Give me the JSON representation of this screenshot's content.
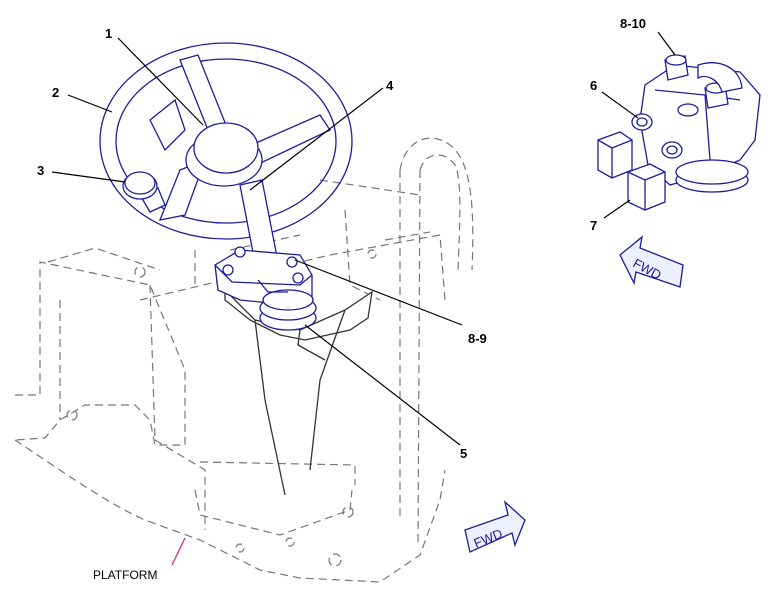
{
  "diagram": {
    "callouts": {
      "c1": "1",
      "c2": "2",
      "c3": "3",
      "c4": "4",
      "c5": "5",
      "c6": "6",
      "c7": "7",
      "c8_9": "8-9",
      "c8_10": "8-10"
    },
    "platform_label": "PLATFORM",
    "fwd_label": "FWD",
    "colors": {
      "part_outline": "#1d1d9a",
      "hidden_structure": "#777777",
      "leader": "#000000",
      "platform_leader": "#cc2288"
    }
  }
}
